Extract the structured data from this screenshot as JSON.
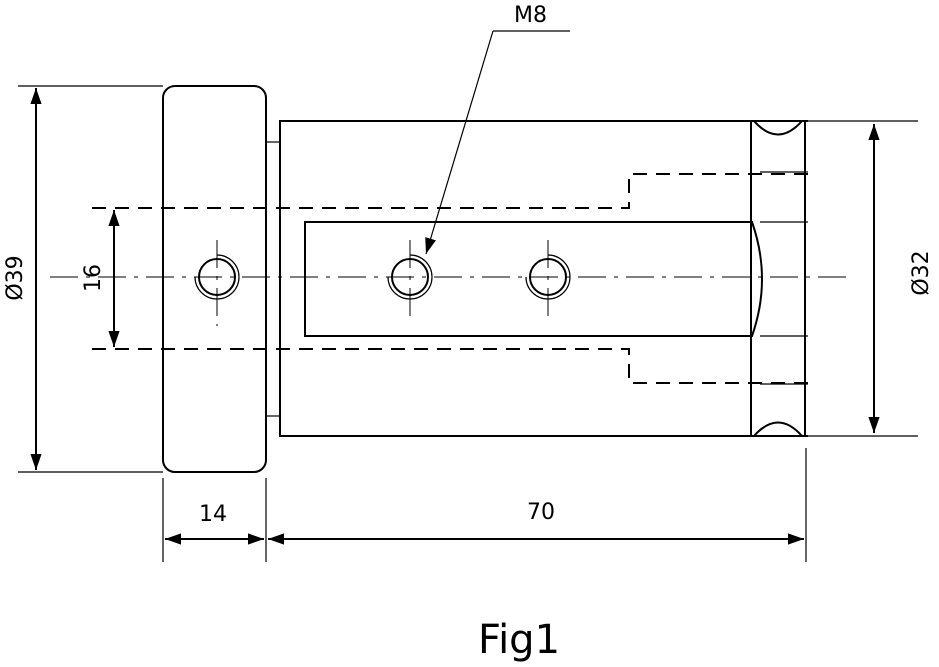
{
  "labels": {
    "thread": "M8",
    "dia_left": "Ø39",
    "dia_inner": "16",
    "dia_right": "Ø32",
    "length_flange": "14",
    "length_body": "70",
    "caption": "Fig1"
  }
}
